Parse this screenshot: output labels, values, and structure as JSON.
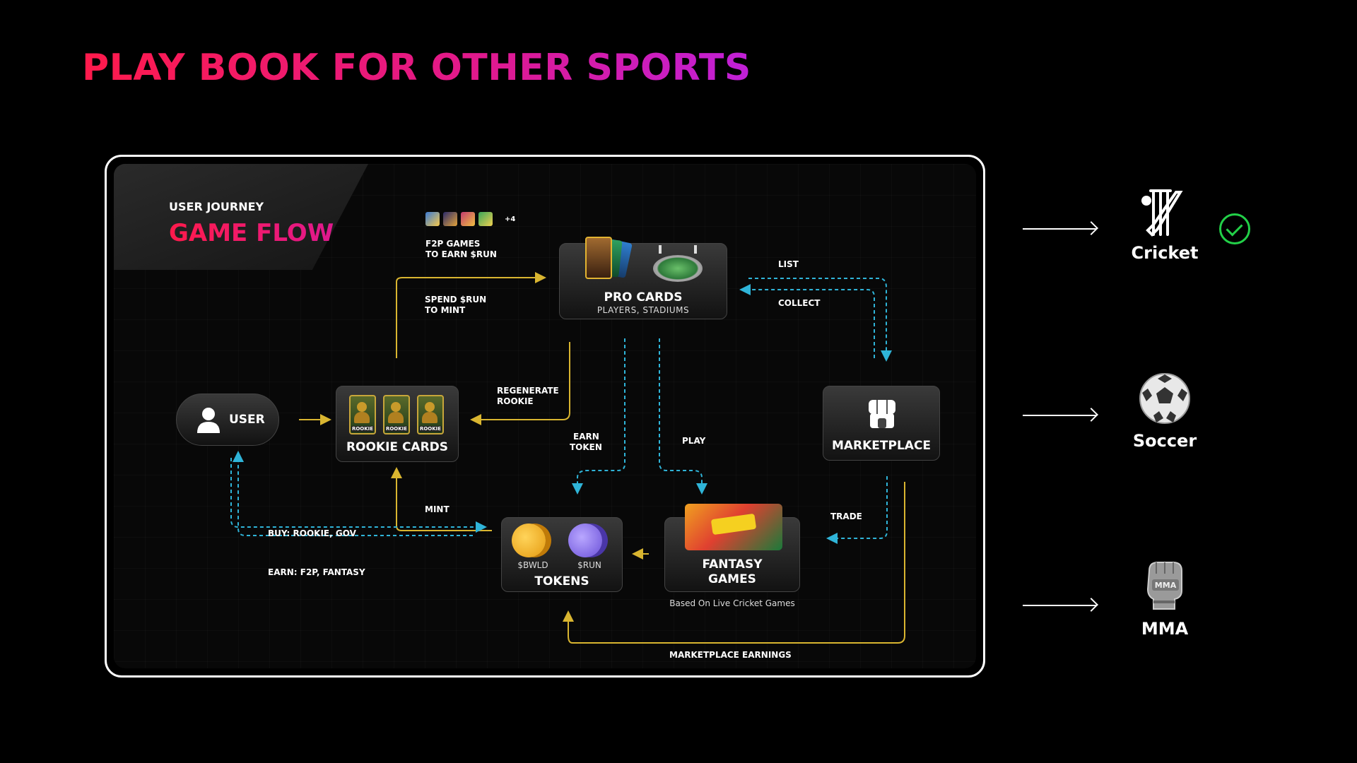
{
  "page_title": "PLAY BOOK FOR OTHER SPORTS",
  "diagram": {
    "header_small": "USER JOURNEY",
    "header_large": "GAME FLOW",
    "nodes": {
      "user": "USER",
      "rookie_cards": "ROOKIE CARDS",
      "rookie_tag": "ROOKIE",
      "pro_cards_title": "PRO CARDS",
      "pro_cards_sub": "PLAYERS, STADIUMS",
      "marketplace": "MARKETPLACE",
      "tokens": "TOKENS",
      "token_bwld": "$BWLD",
      "token_run": "$RUN",
      "fantasy_line1": "FANTASY",
      "fantasy_line2": "GAMES",
      "fantasy_caption": "Based On Live Cricket Games"
    },
    "f2p": {
      "more": "+4",
      "line1": "F2P GAMES",
      "line2": "TO EARN $RUN"
    },
    "edges": {
      "spend_1": "SPEND $RUN",
      "spend_2": "TO MINT",
      "list": "LIST",
      "collect": "COLLECT",
      "regen_1": "REGENERATE",
      "regen_2": "ROOKIE",
      "earn_1": "EARN",
      "earn_2": "TOKEN",
      "play": "PLAY",
      "mint": "MINT",
      "buy": "BUY: ROOKIE, GOV",
      "earn_f2p": "EARN: F2P, FANTASY",
      "trade": "TRADE",
      "marketplace_earnings": "MARKETPLACE EARNINGS"
    },
    "colors": {
      "gold": "#d9b530",
      "cyan": "#2fb4d8",
      "accent_red": "#ff1a4b",
      "accent_pink": "#e0198e"
    }
  },
  "sports": [
    {
      "name": "Cricket",
      "icon": "cricket-icon",
      "selected": true
    },
    {
      "name": "Soccer",
      "icon": "soccer-ball-icon",
      "selected": false
    },
    {
      "name": "MMA",
      "icon": "mma-glove-icon",
      "selected": false
    }
  ],
  "selected_icon": "check-circle-icon"
}
